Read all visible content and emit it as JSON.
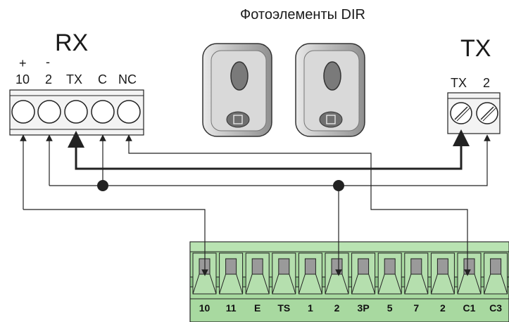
{
  "title": "Фотоэлементы DIR",
  "rx": {
    "label": "RX",
    "polarity": [
      "+",
      "-"
    ],
    "terminals": [
      "10",
      "2",
      "TX",
      "C",
      "NC"
    ]
  },
  "tx": {
    "label": "TX",
    "terminals": [
      "TX",
      "2"
    ]
  },
  "board": {
    "terminals": [
      "10",
      "11",
      "E",
      "TS",
      "1",
      "2",
      "3P",
      "5",
      "7",
      "2",
      "C1",
      "C3"
    ]
  },
  "colors": {
    "wire": "#222222",
    "board_green": "#a8d9a0",
    "board_dark": "#8fc58a",
    "device_body": "#c8c8c8"
  }
}
